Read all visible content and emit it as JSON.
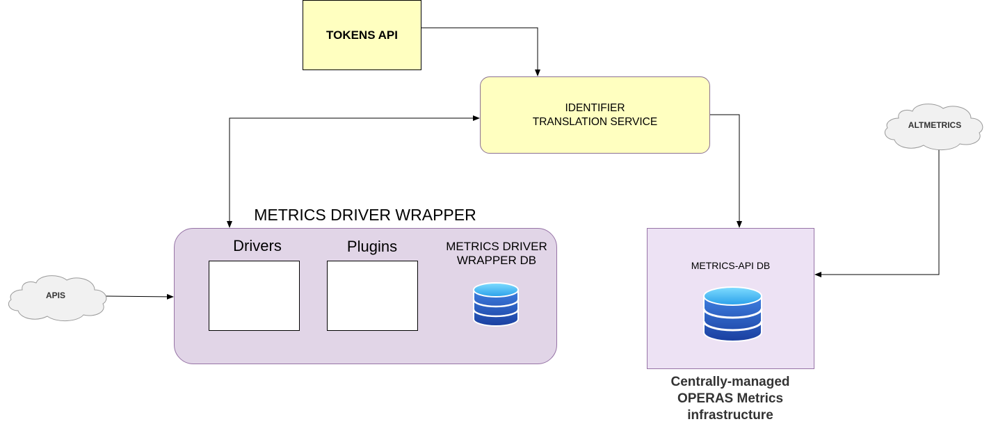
{
  "nodes": {
    "tokens_api": "TOKENS API",
    "identifier_line1": "IDENTIFIER",
    "identifier_line2": "TRANSLATION SERVICE",
    "wrapper_title": "METRICS DRIVER WRAPPER",
    "drivers": "Drivers",
    "plugins": "Plugins",
    "wrapper_db_line1": "METRICS DRIVER",
    "wrapper_db_line2": "WRAPPER DB",
    "metrics_api_db": "METRICS-API DB",
    "apis": "APIS",
    "altmetrics": "ALTMETRICS"
  },
  "caption": {
    "line1": "Centrally-managed",
    "line2": "OPERAS Metrics",
    "line3": "infrastructure"
  },
  "colors": {
    "yellow_fill": "#ffffc0",
    "purple_fill": "#e1d5e7",
    "light_purple_fill": "#ede2f4",
    "purple_stroke": "#9673a6",
    "db_blue": "#1f4fb4",
    "db_light": "#5fc8f5",
    "cloud_fill": "#f1f1f1"
  },
  "icons": {
    "database": "database-icon",
    "cloud": "cloud-icon"
  }
}
